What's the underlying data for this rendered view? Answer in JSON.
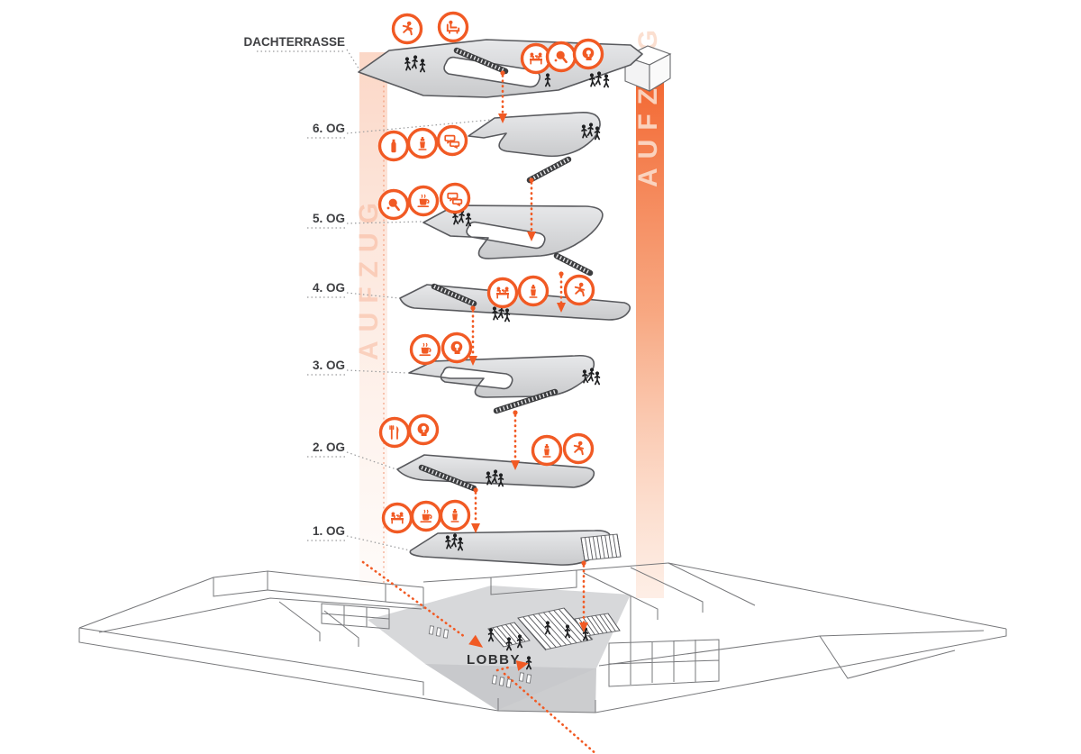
{
  "diagram_type": "building-circulation-axonometric",
  "elevator": {
    "left_label": "AUFZUG",
    "right_label": "AUFZUG"
  },
  "ground": {
    "lobby_label": "LOBBY"
  },
  "floors": [
    {
      "id": "dachterrasse",
      "label": "DACHTERRASSE",
      "icons": [
        "running-person",
        "lounge-seating",
        "people-at-table",
        "table-tennis",
        "head-lightbulb"
      ]
    },
    {
      "id": "og6",
      "label": "6. OG",
      "icons": [
        "bottle",
        "shaker",
        "speech-bubbles"
      ]
    },
    {
      "id": "og5",
      "label": "5. OG",
      "icons": [
        "table-tennis",
        "coffee-cup",
        "speech-bubbles"
      ]
    },
    {
      "id": "og4",
      "label": "4. OG",
      "icons": [
        "people-at-table",
        "shaker",
        "running-person"
      ]
    },
    {
      "id": "og3",
      "label": "3. OG",
      "icons": [
        "coffee-cup",
        "head-lightbulb"
      ]
    },
    {
      "id": "og2",
      "label": "2. OG",
      "icons": [
        "fork-knife",
        "head-lightbulb",
        "shaker",
        "running-person"
      ]
    },
    {
      "id": "og1",
      "label": "1. OG",
      "icons": [
        "people-at-table",
        "coffee-cup",
        "shaker"
      ]
    }
  ],
  "colors": {
    "accent_orange": "#F15A24",
    "band_orange_strong": "#F4703A",
    "band_orange_light": "#FCD9C6",
    "slab_fill": "#D9DADC",
    "slab_stroke": "#595A5E",
    "wireframe": "#77787B",
    "label_text": "#3F4043",
    "figure_black": "#1F2022"
  }
}
